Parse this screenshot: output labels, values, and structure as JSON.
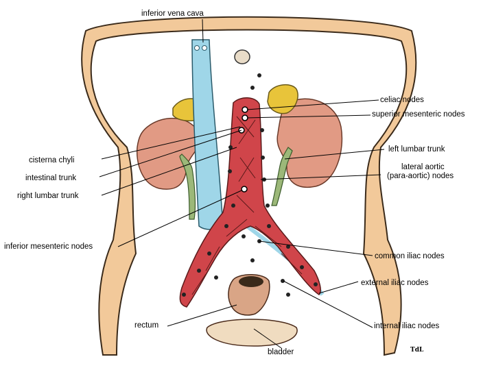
{
  "labels": {
    "inferior_vena_cava": "inferior vena cava",
    "celiac_nodes": "celiac nodes",
    "superior_mesenteric_nodes": "superior mesenteric nodes",
    "cisterna_chyli": "cisterna chyli",
    "left_lumbar_trunk": "left lumbar trunk",
    "intestinal_trunk": "intestinal trunk",
    "lateral_aortic_1": "lateral aortic",
    "lateral_aortic_2": "(para-aortic) nodes",
    "right_lumbar_trunk": "right lumbar trunk",
    "inferior_mesenteric_nodes": "inferior mesenteric nodes",
    "common_iliac_nodes": "common iliac nodes",
    "external_iliac_nodes": "external iliac nodes",
    "rectum": "rectum",
    "internal_iliac_nodes": "internal iliac nodes",
    "bladder": "bladder",
    "signature": "TdL"
  },
  "colors": {
    "body_wall": "#f2c99a",
    "vessel_blue": "#9fd6e8",
    "lymph_red": "#d0454a",
    "kidney": "#e19a84",
    "adrenal": "#e8c43a",
    "ureter": "#9cb879"
  }
}
